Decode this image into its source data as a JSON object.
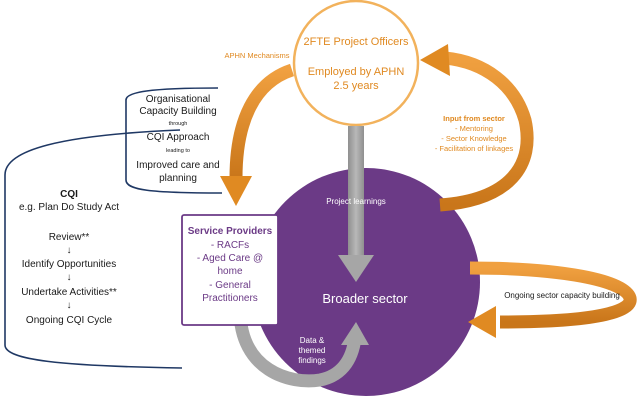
{
  "top_circle": {
    "title": "2FTE Project Officers",
    "line1": "Employed by APHN",
    "line2": "2.5 years"
  },
  "mechanisms_label": "APHN Mechanisms",
  "input_from_sector": {
    "title": "Input from sector",
    "items": [
      "- Mentoring",
      "- Sector Knowledge",
      "- Facilitation of linkages"
    ]
  },
  "org_capacity": {
    "line1": "Organisational",
    "line2": "Capacity Building",
    "through": "through",
    "line3": "CQI Approach",
    "leading_to": "leading to",
    "line4": "Improved care and",
    "line5": "planning"
  },
  "cqi": {
    "title": "CQI",
    "subtitle": "e.g. Plan Do Study Act",
    "steps": [
      "Review**",
      "Identify Opportunities",
      "Undertake Activities**",
      "Ongoing CQI Cycle"
    ],
    "arrow_glyph": "↓"
  },
  "service_providers": {
    "title": "Service Providers",
    "items": [
      "- RACFs",
      "- Aged Care @",
      "home",
      "- General",
      "Practitioners"
    ]
  },
  "project_learnings": "Project learnings",
  "broader_sector": "Broader sector",
  "ongoing_capacity": "Ongoing sector capacity building",
  "data_findings": {
    "line1": "Data &",
    "line2": "themed",
    "line3": "findings"
  },
  "colors": {
    "purple": "#6b3a86",
    "orange": "#e08a22",
    "navy": "#1f3864",
    "gray": "#a6a6a6",
    "text_dark": "#1a1a1a"
  }
}
